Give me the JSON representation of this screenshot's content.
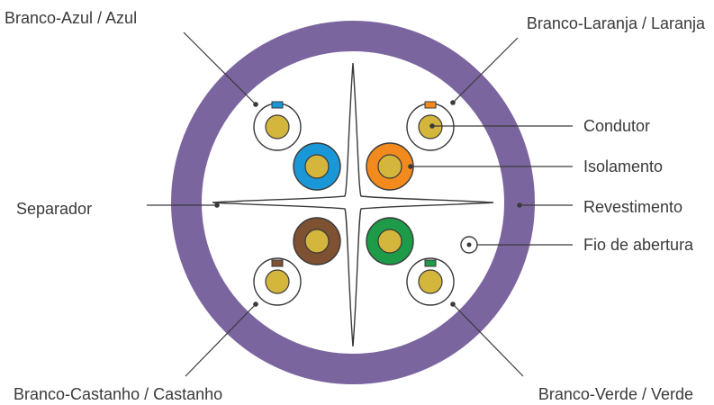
{
  "labels": {
    "white_blue": "Branco-Azul / Azul",
    "white_orange": "Branco-Laranja / Laranja",
    "conductor": "Condutor",
    "insulation": "Isolamento",
    "separator": "Separador",
    "jacket": "Revestimento",
    "ripcord": "Fio de abertura",
    "white_brown": "Branco-Castanho / Castanho",
    "white_green": "Branco-Verde / Verde"
  },
  "colors": {
    "jacket": "#7b659f",
    "conductor": "#d4b63c",
    "blue": "#1a97d6",
    "orange": "#f28a1e",
    "brown": "#7d5131",
    "green": "#1e9b48",
    "white_ring": "#ffffff",
    "outline": "#3a3a3a"
  }
}
